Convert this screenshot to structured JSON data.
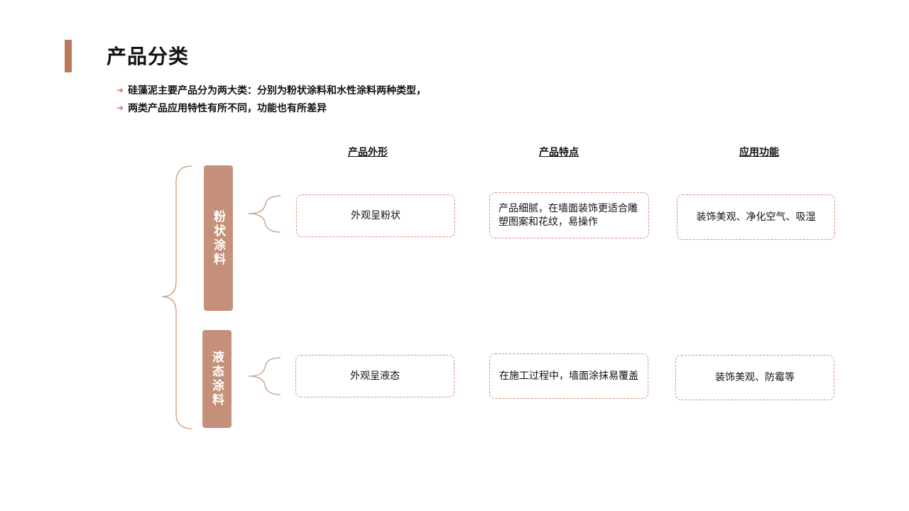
{
  "title": "产品分类",
  "bullets": [
    "硅藻泥主要产品分为两大类：分别为粉状涂料和水性涂料两种类型，",
    "两类产品应用特性有所不同，功能也有所差异"
  ],
  "columns": [
    "产品外形",
    "产品特点",
    "应用功能"
  ],
  "categories": [
    {
      "name": "粉状涂料",
      "cells": [
        "外观呈粉状",
        "产品细腻，在墙面装饰更适合雕塑图案和花纹，易操作",
        "装饰美观、净化空气、吸湿"
      ]
    },
    {
      "name": "液态涂料",
      "cells": [
        "外观呈液态",
        "在施工过程中，墙面涂抹易覆盖",
        "装饰美观、防霉等"
      ]
    }
  ],
  "colors": {
    "accent": "#b87a5a",
    "category": "#c4907a",
    "dashed": "#d4917a"
  }
}
